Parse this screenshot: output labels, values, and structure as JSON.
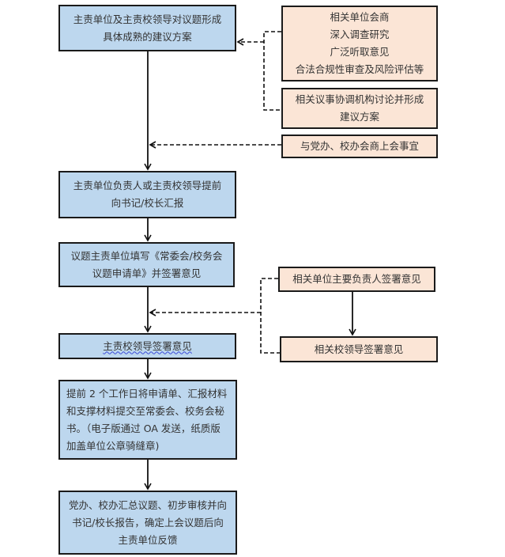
{
  "flowchart": {
    "main_steps": [
      {
        "id": "step-1",
        "text": "主责单位及主责校领导对议题形成\n具体成熟的建议方案"
      },
      {
        "id": "step-2",
        "text": "主责单位负责人或主责校领导提前\n向书记/校长汇报"
      },
      {
        "id": "step-3",
        "text": "议题主责单位填写《常委会/校务会\n议题申请单》并签署意见"
      },
      {
        "id": "step-4",
        "text": "主责校领导签署意见"
      },
      {
        "id": "step-5",
        "text": "提前 2 个工作日将申请单、汇报材料\n和支撑材料提交至常委会、校务会秘\n书。（电子版通过 OA 发送，纸质版\n加盖单位公章骑缝章)"
      },
      {
        "id": "step-6",
        "text": "党办、校办汇总议题、初步审核并向\n书记/校长报告，确定上会议题后向\n主责单位反馈"
      }
    ],
    "side_steps": [
      {
        "id": "side-1",
        "text": "相关单位会商\n深入调查研究\n广泛听取意见\n合法合规性审查及风险评估等"
      },
      {
        "id": "side-2",
        "text": "相关议事协调机构讨论并形成\n建议方案"
      },
      {
        "id": "side-3",
        "text": "与党办、校办会商上会事宜"
      },
      {
        "id": "side-4",
        "text": "相关单位主要负责人签署意见"
      },
      {
        "id": "side-5",
        "text": "相关校领导签署意见"
      }
    ],
    "colors": {
      "main_fill": "#bdd7ee",
      "side_fill": "#fbe5d6",
      "border": "#1a1a1a",
      "text": "#333333"
    }
  }
}
